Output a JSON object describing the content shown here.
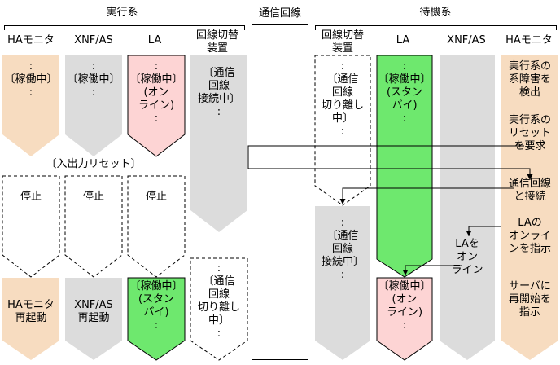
{
  "groups": {
    "active": "実行系",
    "standby": "待機系",
    "line": "通信回線"
  },
  "active_columns": [
    "HAモニタ",
    "XNF/AS",
    "LA",
    "回線切替\n装置"
  ],
  "standby_columns": [
    "回線切替\n装置",
    "LA",
    "XNF/AS",
    "HAモニタ"
  ],
  "active_top": {
    "ha": ":\n〔稼働中〕\n:",
    "xnf": ":\n〔稼働中〕\n:",
    "la": ":\n〔稼働中〕\n(オン\nライン)\n:",
    "switch": "〔通信\n回線\n接続中〕\n:"
  },
  "io_reset": "〔入出力リセット〕",
  "stop_labels": [
    "停止",
    "停止",
    "停止"
  ],
  "active_bottom": {
    "ha": "HAモニタ\n再起動",
    "xnf": "XNF/AS\n再起動",
    "la": "〔稼働中〕\n(スタン\nバイ)\n:",
    "switch": ":\n〔通信\n回線\n切り離し\n中〕\n:"
  },
  "standby_switch_top": ":\n〔通信\n回線\n切り離し\n中〕\n:",
  "standby_la_top": ":\n〔稼働中〕\n(スタン\nバイ)\n:",
  "standby_switch_bottom": ":\n〔通信\n回線\n接続中〕\n:",
  "standby_la_bottom": "〔稼働中〕\n(オン\nライン)\n:",
  "standby_xnf_label": "LAを\nオン\nライン",
  "standby_ha_steps": [
    "実行系の\n系障害を\n検出",
    "実行系の\nリセット\nを要求",
    "通信回線\nと接続",
    "LAの\nオンライ\nンを指示",
    "サーバに\n再開始を\n指示"
  ],
  "colors": {
    "orange": "#f7dcc0",
    "gray": "#dcdcdc",
    "pink": "#fdd4d4",
    "green": "#6ee86e",
    "white": "#ffffff"
  }
}
